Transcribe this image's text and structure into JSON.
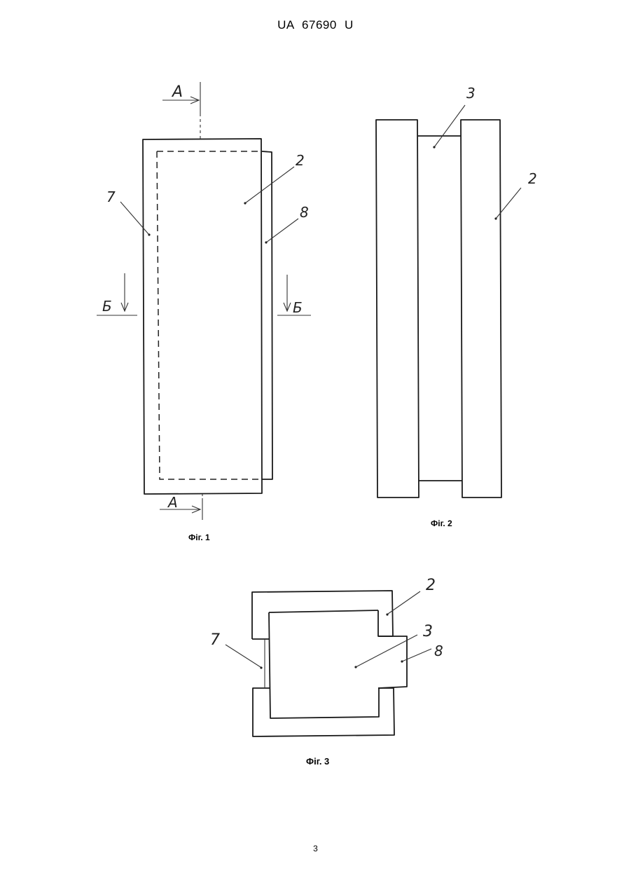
{
  "header": {
    "patent_number": "UA   67690   U"
  },
  "figures": {
    "fig1": {
      "caption": "Фіг. 1",
      "labels": {
        "section_a_top": "А",
        "section_a_bottom": "А",
        "section_b_left": "Б",
        "section_b_right": "Б",
        "ref_7": "7",
        "ref_2": "2",
        "ref_8": "8"
      }
    },
    "fig2": {
      "caption": "Фіг. 2",
      "labels": {
        "ref_3": "3",
        "ref_2": "2"
      }
    },
    "fig3": {
      "caption": "Фіг. 3",
      "labels": {
        "ref_2": "2",
        "ref_7": "7",
        "ref_3": "3",
        "ref_8": "8"
      }
    }
  },
  "footer": {
    "page_number": "3"
  }
}
